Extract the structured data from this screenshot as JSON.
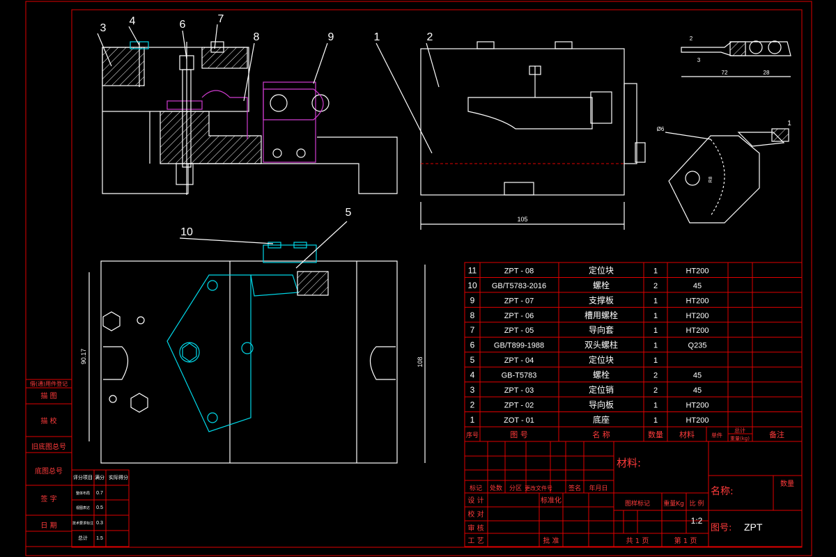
{
  "balloons": [
    "3",
    "4",
    "6",
    "7",
    "8",
    "9",
    "1",
    "2",
    "10",
    "5"
  ],
  "dims": {
    "front_width": "105",
    "plan_height_left": "90.17",
    "plan_height_right": "108",
    "detail_a": "72",
    "detail_b": "28",
    "detail_c": "2",
    "detail_d": "3",
    "detail_dia": "Ø6",
    "detail_balloon": "1",
    "detail_r": "R8"
  },
  "parts": [
    {
      "no": "11",
      "code": "ZPT - 08",
      "name": "定位块",
      "qty": "1",
      "mat": "HT200"
    },
    {
      "no": "10",
      "code": "GB/T5783-2016",
      "name": "螺栓",
      "qty": "2",
      "mat": "45"
    },
    {
      "no": "9",
      "code": "ZPT - 07",
      "name": "支撑板",
      "qty": "1",
      "mat": "HT200"
    },
    {
      "no": "8",
      "code": "ZPT - 06",
      "name": "槽用螺栓",
      "qty": "1",
      "mat": "HT200"
    },
    {
      "no": "7",
      "code": "ZPT - 05",
      "name": "导向套",
      "qty": "1",
      "mat": "HT200"
    },
    {
      "no": "6",
      "code": "GB/T899-1988",
      "name": "双头螺柱",
      "qty": "1",
      "mat": "Q235"
    },
    {
      "no": "5",
      "code": "ZPT - 04",
      "name": "定位块",
      "qty": "1",
      "mat": ""
    },
    {
      "no": "4",
      "code": "GB-T5783",
      "name": "螺栓",
      "qty": "2",
      "mat": "45"
    },
    {
      "no": "3",
      "code": "ZPT - 03",
      "name": "定位销",
      "qty": "2",
      "mat": "45"
    },
    {
      "no": "2",
      "code": "ZPT - 02",
      "name": "导向板",
      "qty": "1",
      "mat": "HT200"
    },
    {
      "no": "1",
      "code": "ZOT - 01",
      "name": "底座",
      "qty": "1",
      "mat": "HT200"
    }
  ],
  "parts_header": {
    "no": "序号",
    "code": "图 号",
    "name": "名 称",
    "qty": "数量",
    "mat": "材料",
    "unit": "单件",
    "total": "总计",
    "weight": "重量(kg)",
    "note": "备注"
  },
  "title_block": {
    "material": "材料:",
    "name_label": "名称:",
    "qty_label": "数量",
    "drawing_no_label": "图号:",
    "drawing_no": "ZPT",
    "scale": "1:2",
    "total_sheets": "共 1 页",
    "sheet": "第 1 页",
    "stage_mark": "图样标记",
    "weight": "重量Kg",
    "ratio": "比 例",
    "rev_mark": "标记",
    "rev_count": "处数",
    "rev_zone": "分区",
    "rev_doc": "更改文件号",
    "rev_sign": "签名",
    "rev_date": "年月日",
    "design": "设 计",
    "standard": "标准化",
    "check": "校 对",
    "review": "审 核",
    "process": "工 艺",
    "approve": "批 准"
  },
  "left_strip": [
    "借(通)用件登记",
    "描 图",
    "描 校",
    "旧底图总号",
    "底图总号",
    "签 字",
    "日 期"
  ],
  "score_table": {
    "header": [
      "评分项目",
      "满分",
      "实际得分"
    ],
    "rows": [
      [
        "整体布局",
        "0.7"
      ],
      [
        "视图表达",
        "0.5"
      ],
      [
        "技术要求标注",
        "0.3"
      ],
      [
        "总计",
        "1.5"
      ]
    ]
  }
}
